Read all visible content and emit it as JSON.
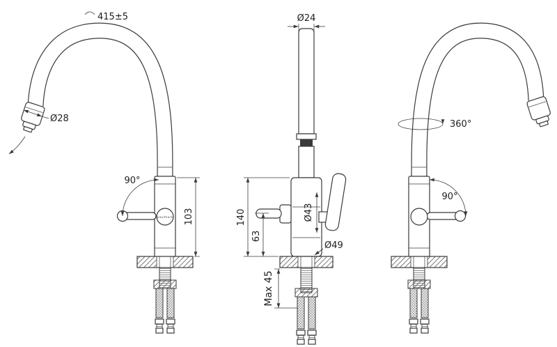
{
  "drawing": {
    "title": "kitchen-faucet-dimensional-drawing",
    "colors": {
      "background": "#ffffff",
      "line": "#3a3a3a",
      "text": "#1e1e1e"
    },
    "views": {
      "left": {
        "spout_reach": "415±5",
        "spray_head_diameter": "Ø28",
        "handle_angle": "90°",
        "body_height": "103",
        "logo": "paulmark"
      },
      "front": {
        "spout_diameter": "Ø24",
        "height_total": "140",
        "height_filter_handle": "63",
        "body_diameter": "Ø43",
        "base_diameter": "Ø49",
        "max_deck_thickness": "Max 45"
      },
      "right": {
        "swivel_angle": "360°",
        "handle_angle": "90°"
      }
    }
  }
}
